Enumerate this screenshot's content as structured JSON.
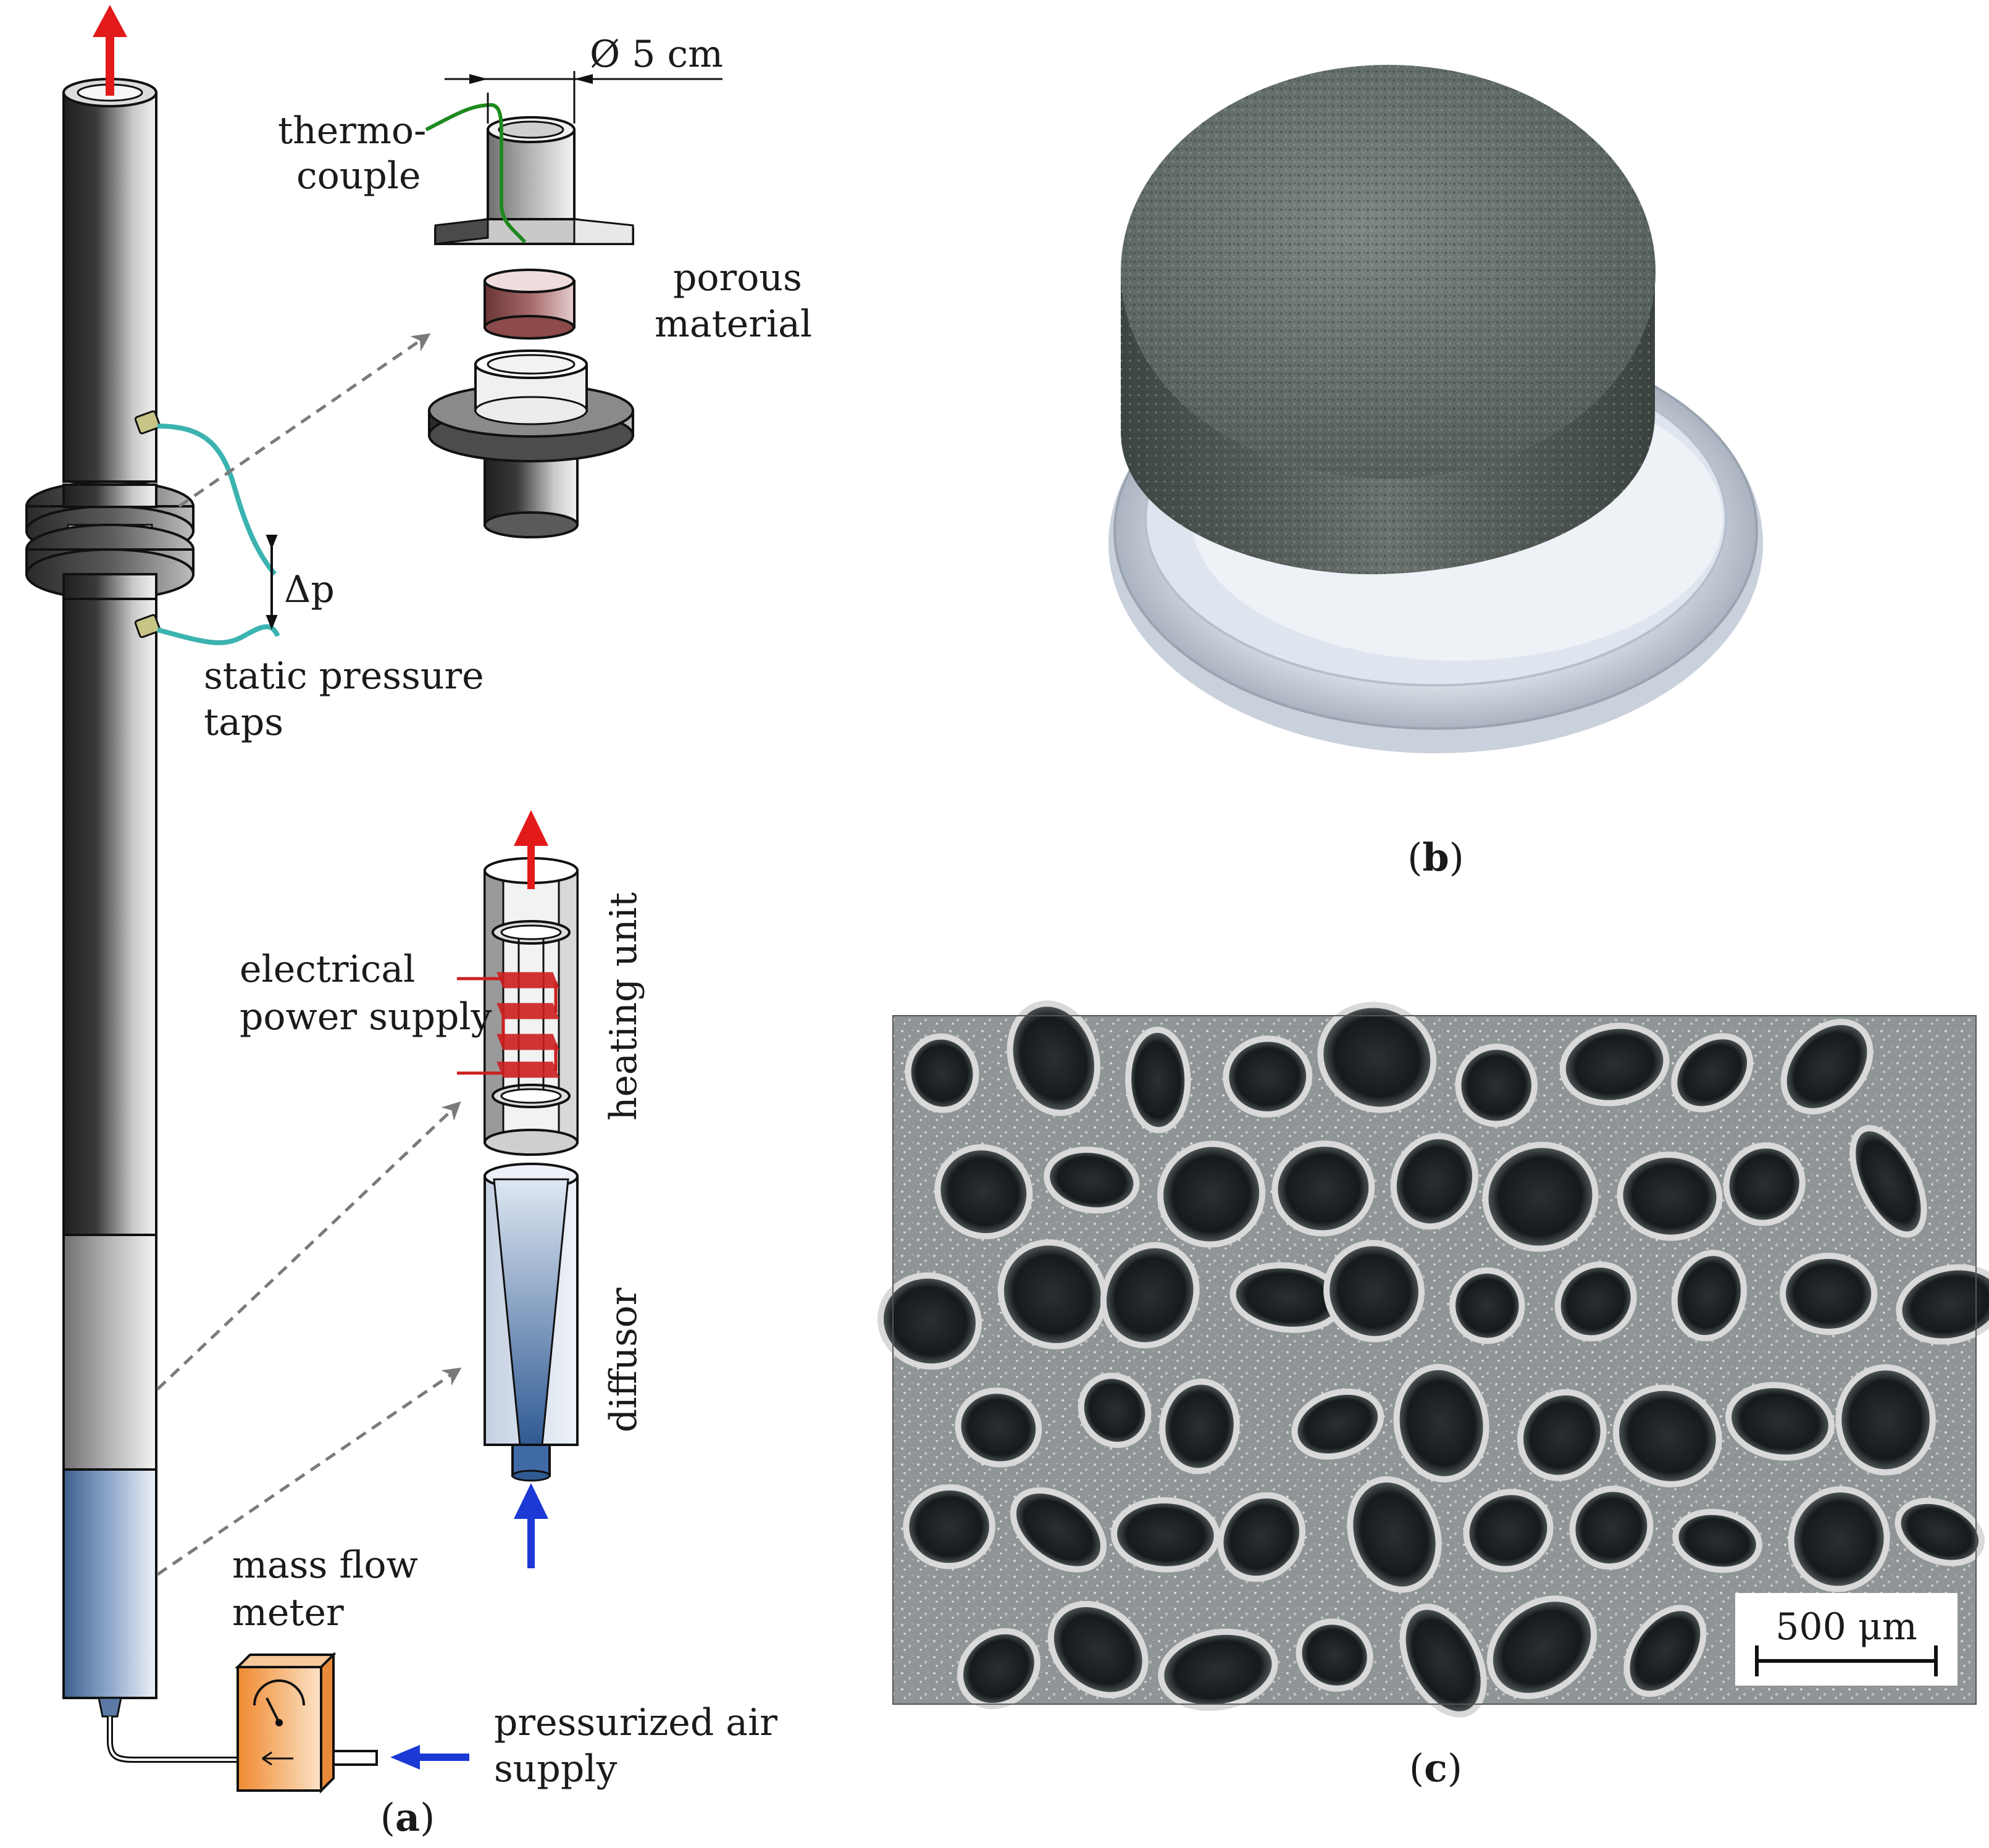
{
  "panels": {
    "a": {
      "caption_letter": "a"
    },
    "b": {
      "caption_letter": "b"
    },
    "c": {
      "caption_letter": "c"
    }
  },
  "labels": {
    "diameter": "Ø 5 cm",
    "thermocouple_line1": "thermo-",
    "thermocouple_line2": "couple",
    "porous_line1": "porous",
    "porous_line2": "material",
    "delta_p": "Δp",
    "taps_line1": "static pressure",
    "taps_line2": "taps",
    "electrical_line1": "electrical",
    "electrical_line2": "power supply",
    "heating_unit": "heating unit",
    "diffusor": "diffusor",
    "mass_flow_line1": "mass flow",
    "mass_flow_line2": "meter",
    "air_line1": "pressurized air",
    "air_line2": "supply",
    "scale_bar": "500 μm"
  },
  "colors": {
    "flow_out_arrow": "#e21a1a",
    "flow_in_arrow": "#1c39d6",
    "thermocouple_wire": "#1e8a1e",
    "pressure_tubing": "#3bb3b0",
    "heating_coil": "#cc1f1f",
    "porous_sample": "#8c4a4a",
    "flow_meter": "#f2a55c",
    "diffusor_section": "#5f84b5",
    "dashed_arrows": "#7a7a7a"
  }
}
